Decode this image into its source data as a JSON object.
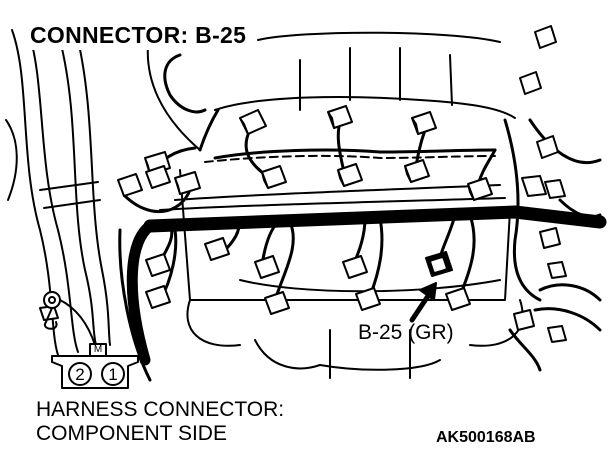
{
  "title": "CONNECTOR: B-25",
  "callout": "B-25 (GR)",
  "caption": {
    "line1": "HARNESS CONNECTOR:",
    "line2": "COMPONENT SIDE"
  },
  "figure_code": "AK500168AB",
  "connector_face": {
    "key_label": "M",
    "pins": [
      "2",
      "1"
    ]
  },
  "colors": {
    "line": "#000000",
    "background": "#ffffff"
  }
}
